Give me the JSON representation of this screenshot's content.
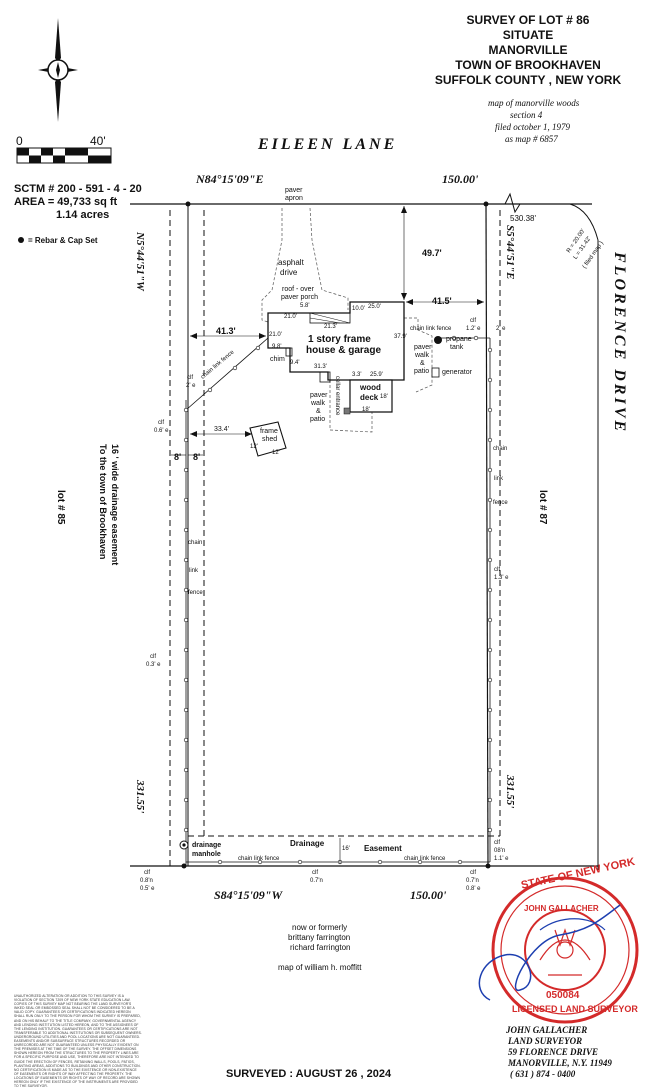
{
  "title": {
    "line1": "SURVEY OF LOT # 86",
    "line2": "SITUATE",
    "line3": "MANORVILLE",
    "line4": "TOWN OF BROOKHAVEN",
    "line5": "SUFFOLK COUNTY , NEW YORK"
  },
  "map_reference": {
    "line1": "map of manorville woods",
    "line2": "section  4",
    "line3": "filed october 1, 1979",
    "line4": "as map # 6857"
  },
  "scale": {
    "zero": "0",
    "max": "40'"
  },
  "parcel_info": {
    "sctm": "SCTM # 200 - 591 - 4 - 20",
    "area": "AREA = 49,733 sq ft",
    "acres": "1.14 acres",
    "legend": "= Rebar & Cap Set"
  },
  "streets": {
    "north": "EILEEN          LANE",
    "east": "FLORENCE   DRIVE"
  },
  "bounds": {
    "north_bearing": "N84°15'09\"E",
    "north_distance": "150.00'",
    "south_bearing": "S84°15'09\"W",
    "south_distance": "150.00'",
    "west_bearing": "N5°44'51\"W",
    "west_distance": "331.55'",
    "east_bearing": "S5°44'51\"E",
    "east_distance": "331.55'",
    "tie_distance": "530.38'",
    "curve_r": "R = 20.00'",
    "curve_l": "L = 31.42'",
    "curve_note": "( filed map )"
  },
  "structures": {
    "house_line1": "1 story  frame",
    "house_line2": "house & garage",
    "chim": "chim",
    "cellar": "cellar entrance",
    "deck_line1": "wood",
    "deck_line2": "deck",
    "shed_line1": "frame",
    "shed_line2": "shed",
    "porch_line1": "roof - over",
    "porch_line2": "paver porch",
    "asphalt_line1": "asphalt",
    "asphalt_line2": "drive",
    "paver_apron_line1": "paver",
    "paver_apron_line2": "apron",
    "paver_patio_line1": "paver",
    "paver_patio_line2": "walk",
    "paver_patio_line3": "&",
    "paver_patio_line4": "patio",
    "paver_east_line1": "paver",
    "paver_east_line2": "walk",
    "paver_east_line3": "&",
    "paver_east_line4": "patio",
    "propane_line1": "propane",
    "propane_line2": "tank",
    "generator": "generator"
  },
  "dimensions": {
    "setback_front": "49.7'",
    "setback_east": "41.5'",
    "setback_west": "41.3'",
    "shed_setback": "33.4'",
    "d_21_0a": "21.0'",
    "d_5_8": "5.8'",
    "d_21_3": "21.3'",
    "d_25_0": "25.0'",
    "d_10_0": "10.0'",
    "d_37_9": "37.9'",
    "d_21_0b": "21.0'",
    "d_9_8": "9.8'",
    "d_9_4": "9.4'",
    "d_31_3": "31.3'",
    "d_3_3": "3.3'",
    "d_25_9": "25.9'",
    "d_18a": "18'",
    "d_18b": "18'",
    "shed_12a": "12'",
    "shed_12b": "12'",
    "west_8a": "8'",
    "west_8b": "8'",
    "south_16": "16'"
  },
  "fence_notes": {
    "clf_ne_1": "clf",
    "clf_ne_2": "1.2' e",
    "clf_ne_3": "2' e",
    "clf_west_top_1": "clf",
    "clf_west_top_2": "2' e",
    "clf_w06_1": "clf",
    "clf_w06_2": "0.6' e",
    "clf_w03_1": "clf",
    "clf_w03_2": "0.3' e",
    "clf_e13_1": "clf",
    "clf_e13_2": "1.3' e",
    "clf_sw_1": "clf",
    "clf_sw_2": "0.8'n",
    "clf_sw_3": "0.5' e",
    "clf_s07_1": "clf",
    "clf_s07_2": "0.7'n",
    "clf_se_1": "clf",
    "clf_se_2": "0.7'n",
    "clf_se_3": "0.8' e",
    "clf_ser_1": "clf",
    "clf_ser_2": "08'n",
    "clf_ser_3": "1.1' e",
    "chain_link_fence_a": "chain  link  fence",
    "chain_link_fence_b": "chain   link   fence",
    "chain_link_fence_c": "chain   link   fence",
    "chain_link_fence_d": "chain   link   fence",
    "chain_w1": "chain",
    "link_w1": "link",
    "fence_w1": "fence",
    "chain_e1": "chain",
    "link_e1": "link",
    "fence_e1": "fence"
  },
  "easements": {
    "west_line1": "16 ' wide drainage easement",
    "west_line2": "To the town of Brookhaven",
    "south_line1": "Drainage",
    "south_line2": "Easement",
    "manhole_line1": "drainage",
    "manhole_line2": "manhole"
  },
  "adjacent": {
    "lot_west": "lot  #  85",
    "lot_east": "lot  #  87",
    "owner_line1": "now  or  formerly",
    "owner_line2": "brittany farrington",
    "owner_line3": "richard farrington",
    "map_line": "map  of  william h. moffitt"
  },
  "surveyor": {
    "line1": "JOHN GALLACHER",
    "line2": "LAND SURVEYOR",
    "line3": "59 FLORENCE DRIVE",
    "line4": "MANORVILLE, N.Y. 11949",
    "line5": "( 631 ) 874 - 0400"
  },
  "seal": {
    "top_text": "STATE OF NEW YORK",
    "name_text": "JOHN GALLACHER",
    "bottom_text": "LICENSED LAND SURVEYOR",
    "license": "050084"
  },
  "surveyed": "SURVEYED : AUGUST  26 , 2024",
  "disclaimer": "UNAUTHORIZED ALTERATION OR ADDITION TO THIS SURVEY IS A VIOLATION OF SECTION 7209 OF NEW YORK STATE EDUCATION LAW. COPIES OF THIS SURVEY MAP NOT BEARING THE LAND SURVEYOR'S INKED SEAL OR EMBOSSED SEAL SHALL NOT BE CONSIDERED TO BE A VALID COPY. GUARANTEES OR CERTIFICATIONS INDICATED HEREON SHALL RUN ONLY TO THE PERSON FOR WHOM THE SURVEY IS PREPARED, AND ON HIS BEHALF TO THE TITLE COMPANY, GOVERNMENTAL AGENCY AND LENDING INSTITUTION LISTED HEREON, AND TO THE ASSIGNEES OF THE LENDING INSTITUTION. GUARANTEES OR CERTIFICATIONS ARE NOT TRANSFERABLE TO ADDITIONAL INSTITUTIONS OR SUBSEQUENT OWNERS. UNDERGROUND UTILITIES AND POOL LOCATIONS ARE NOT GUARANTEED. EASEMENTS AND/OR SUBSURFACE STRUCTURES RECORDED OR UNRECORDED ARE NOT GUARANTEED UNLESS PHYSICALLY EVIDENT ON THE PREMISES AT THE TIME OF THE SURVEY. THE OFFSET DIMENSIONS SHOWN HEREON FROM THE STRUCTURES TO THE PROPERTY LINES ARE FOR A SPECIFIC PURPOSE AND USE, THEREFORE ARE NOT INTENDED TO GUIDE THE ERECTION OF FENCES, RETAINING WALLS, POOLS, PATIOS, PLANTING AREAS, ADDITIONS TO BUILDINGS AND OTHER CONSTRUCTION. NO CERTIFICATION IS MADE AS TO THE EXISTENCE OR NON-EXISTENCE OF EASEMENTS OR RIGHTS OF WAY AFFECTING THE PROPERTY. THE LOCATIONS OF EASEMENTS OR RIGHTS OF WAY OF RECORD ARE SHOWN HEREON ONLY IF THE EXISTENCE OF THE INSTRUMENTS ARE PROVIDED TO THE SURVEYOR."
}
